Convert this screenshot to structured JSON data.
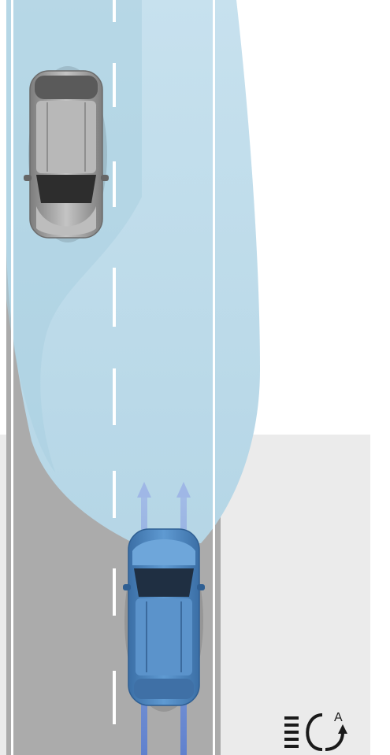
{
  "scene": {
    "description_free": true,
    "colors": {
      "background": "#ffffff",
      "right_panel": "#ebebeb",
      "road": "#a9a9a9",
      "road_edge_line": "#ffffff",
      "lane_dash": "#ffffff",
      "beam": "#bcdbe9",
      "oncoming_car": "#a8a8a8",
      "ego_car": "#4f87c0",
      "light_arrow": "#7aa0dc"
    },
    "objects": [
      "road",
      "headlight-beam",
      "oncoming-car",
      "ego-car",
      "light-arrows"
    ]
  },
  "legend_icon": {
    "name": "auto-high-beam-icon",
    "letter": "A"
  }
}
